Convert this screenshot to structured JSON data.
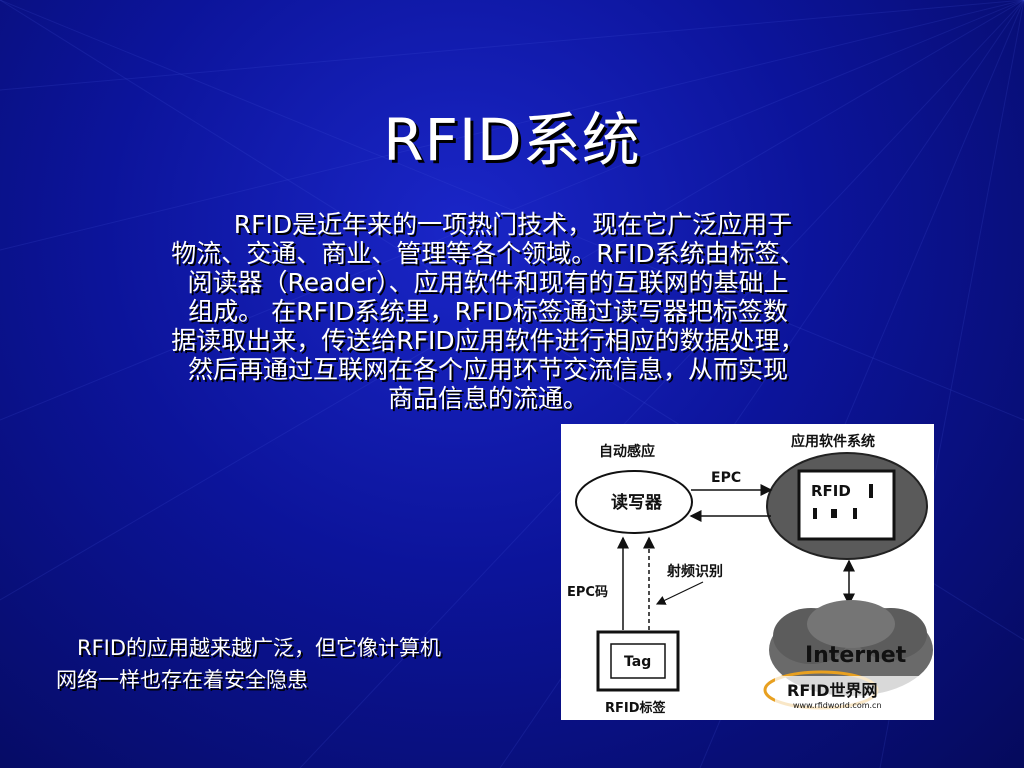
{
  "slide": {
    "title": "RFID系统",
    "body_lines": [
      "　　RFID是近年来的一项热门技术，现在它广泛应用于",
      "物流、交通、商业、管理等各个领域。RFID系统由标签、",
      "阅读器（Reader）、应用软件和现有的互联网的基础上",
      "组成。 在RFID系统里，RFID标签通过读写器把标签数",
      "据读取出来，传送给RFID应用软件进行相应的数据处理，",
      "然后再通过互联网在各个应用环节交流信息，从而实现",
      "商品信息的流通。"
    ],
    "note_lines": [
      "　RFID的应用越来越广泛，但它像计算机",
      "网络一样也存在着安全隐患"
    ]
  },
  "diagram": {
    "auto_sense_label": "自动感应",
    "app_system_label": "应用软件系统",
    "reader_label": "读写器",
    "epc_label": "EPC",
    "rfid_box_label": "RFID",
    "rf_identify_label": "射频识别",
    "epc_code_label": "EPC码",
    "tag_label": "Tag",
    "rfid_tag_label": "RFID标签",
    "internet_label": "Internet",
    "watermark_brand": "RFID世界网",
    "watermark_url": "www.rfidworld.com.cn"
  },
  "colors": {
    "background_center": "#1a26c8",
    "background_edge": "#050a5c",
    "text": "#ffffff"
  }
}
